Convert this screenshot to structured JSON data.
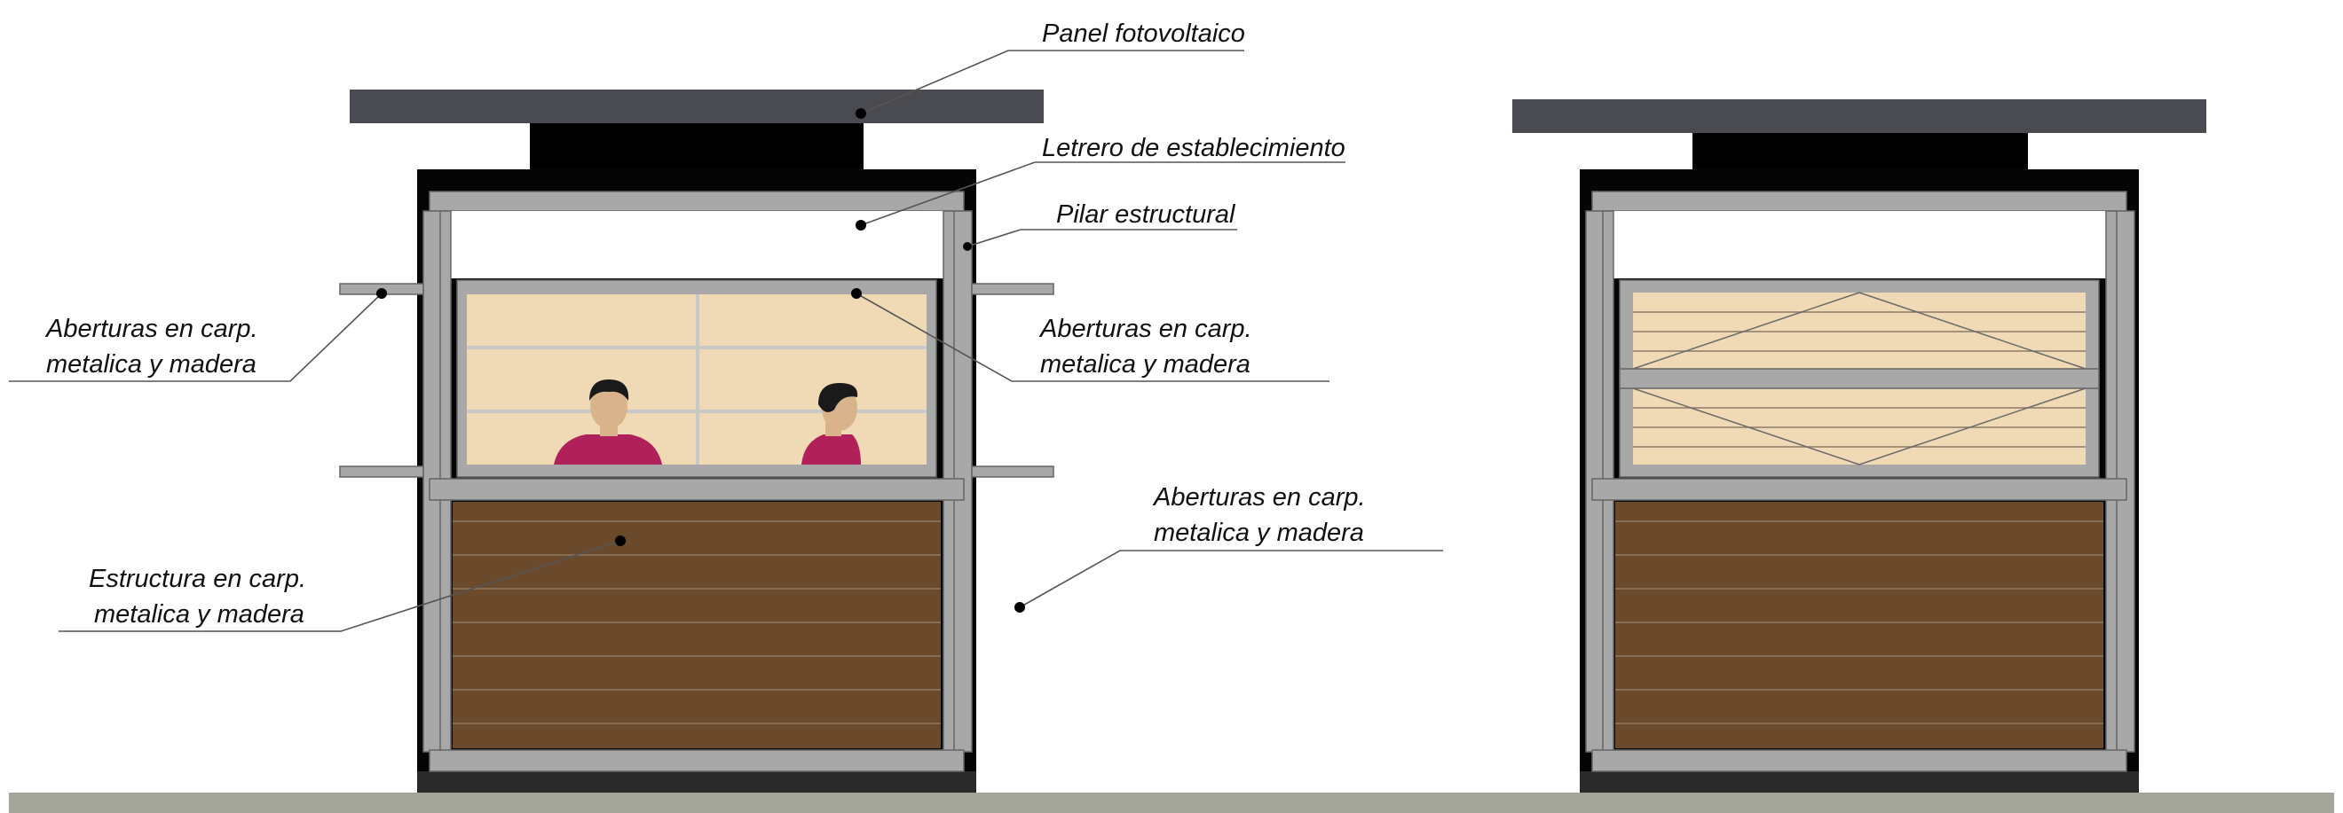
{
  "labels": {
    "panel": "Panel fotovoltaico",
    "letrero": "Letrero de establecimiento",
    "pilar": "Pilar estructural",
    "aberturas_left": [
      "Aberturas en carp.",
      "metalica y madera"
    ],
    "aberturas_mid": [
      "Aberturas en carp.",
      "metalica y madera"
    ],
    "aberturas_right": [
      "Aberturas en carp.",
      "metalica y madera"
    ],
    "estructura": [
      "Estructura en carp.",
      "metalica y madera"
    ]
  },
  "colors": {
    "solar_panel": "#4a4b50",
    "frame_black": "#050505",
    "metal_gray": "#a8a8a8",
    "glass_beige": "#f0d9b5",
    "wood_brown": "#6b4a2b",
    "ground": "#a3a59a",
    "person_shirt": "#b0215a"
  }
}
